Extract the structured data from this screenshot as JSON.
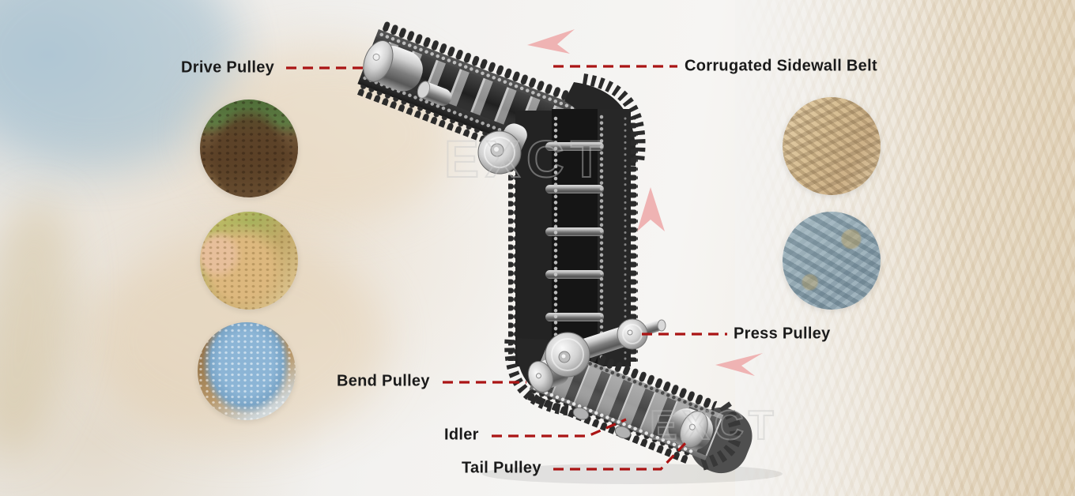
{
  "labels": {
    "drive_pulley": "Drive Pulley",
    "corrugated_sidewall_belt": "Corrugated Sidewall Belt",
    "press_pulley": "Press Pulley",
    "bend_pulley": "Bend Pulley",
    "idler": "Idler",
    "tail_pulley": "Tail Pulley"
  },
  "watermark": {
    "text": "EXCT"
  },
  "flow_arrows": [
    "arrow-left-top",
    "arrow-up-middle",
    "arrow-left-bottom"
  ],
  "material_photos": [
    "soil-pile-photo",
    "grain-handful-photo",
    "blue-fertilizer-granules-photo",
    "wood-chips-photo",
    "crushed-stone-photo"
  ],
  "colors": {
    "label_text": "#1a1a1a",
    "leader_line_red": "#aa1414",
    "arrow_pink": "#efb3b3",
    "belt_dark": "#262626",
    "belt_light_underside": "#9e9e9e",
    "pulley_gray": "#c9c9c9",
    "background_light": "#f3f2f0"
  }
}
